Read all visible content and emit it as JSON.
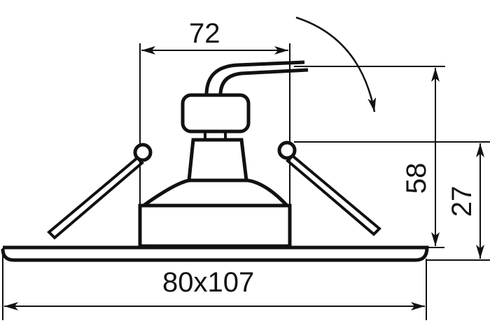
{
  "diagram": {
    "subject": "recessed spotlight fixture dimension drawing",
    "stroke_color": "#111111",
    "background": "#ffffff"
  },
  "dimensions": {
    "inner_width": "72",
    "outer_size": "80x107",
    "total_height": "58",
    "recess_depth": "27"
  },
  "annotations": {
    "rotation_arrow": "tilt-direction"
  }
}
